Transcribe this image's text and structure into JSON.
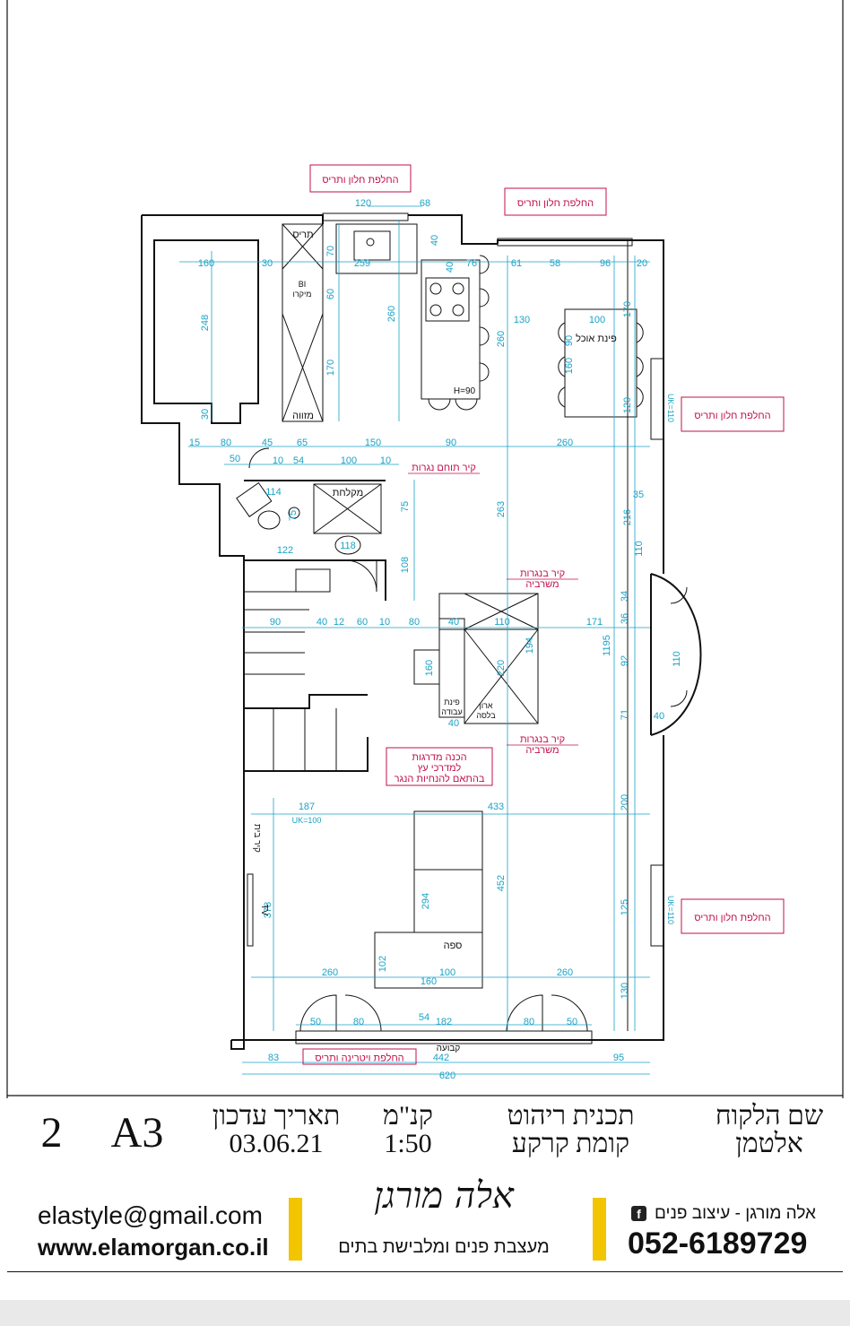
{
  "plan": {
    "rooms": {
      "dining": "פינת אוכל",
      "work_corner": "פינת\nעבודה",
      "sofa": "ספה",
      "shower": "מקלחת",
      "pantry": "מזווה",
      "fridge": "תריס",
      "bi_micro": "BI\nמיקרו",
      "tv_wall": "קיר בית",
      "tv": "TV",
      "niche": "קבועה",
      "counter_h": "H=90",
      "cabinet": "ארון\nבלסה"
    },
    "notes": [
      {
        "id": "note-window-top-left",
        "text": "החלפת חלון ותריס"
      },
      {
        "id": "note-window-top-right",
        "text": "החלפת חלון ותריס"
      },
      {
        "id": "note-window-right-1",
        "text": "החלפת חלון ותריס"
      },
      {
        "id": "note-window-right-2",
        "text": "החלפת חלון ותריס"
      },
      {
        "id": "note-vitrine",
        "text": "החלפת ויטרינה ותריס"
      },
      {
        "id": "note-stairs",
        "text": "הכנה מדרגות\nלמדרכי עץ\nבהתאם להנחיות הנגר"
      }
    ],
    "labels": [
      {
        "id": "label-plaster-wall",
        "text": "קיר תוחם נגרות"
      },
      {
        "id": "label-wall-1",
        "text": "קיר בנגרות\nמשרביה"
      },
      {
        "id": "label-wall-2",
        "text": "קיר בנגרות\nמשרביה"
      }
    ],
    "uk_labels": [
      "UK=110",
      "UK=110",
      "UK=100"
    ],
    "dims": [
      "120",
      "68",
      "40",
      "40",
      "76",
      "61",
      "58",
      "96",
      "20",
      "160",
      "30",
      "248",
      "30",
      "259",
      "70",
      "60",
      "170",
      "260",
      "260",
      "130",
      "100",
      "90",
      "160",
      "170",
      "120",
      "15",
      "80",
      "45",
      "65",
      "150",
      "90",
      "260",
      "50",
      "10",
      "54",
      "100",
      "10",
      "114",
      "75",
      "75",
      "118",
      "108",
      "263",
      "35",
      "216",
      "110",
      "122",
      "90",
      "40",
      "12",
      "60",
      "10",
      "80",
      "40",
      "110",
      "171",
      "36",
      "34",
      "1195",
      "40",
      "160",
      "220",
      "194",
      "92",
      "110",
      "71",
      "40",
      "187",
      "433",
      "200",
      "378",
      "294",
      "452",
      "125",
      "260",
      "102",
      "160",
      "100",
      "260",
      "130",
      "50",
      "80",
      "54",
      "182",
      "80",
      "50",
      "83",
      "442",
      "95",
      "620"
    ]
  },
  "title_block": {
    "client_label": "שם הלקוח",
    "client_name": "אלטמן",
    "drawing_title": "תכנית ריהוט",
    "floor": "קומת קרקע",
    "scale_label": "קנ\"מ",
    "scale_value": "1:50",
    "date_label": "תאריך עדכון",
    "date_value": "03.06.21",
    "paper_size": "A3",
    "sheet_number": "2"
  },
  "footer": {
    "email": "elastyle@gmail.com",
    "website": "www.elamorgan.co.il",
    "signature": "אלה מורגן",
    "tagline": "מעצבת פנים ומלבישת בתים",
    "social_label": "אלה מורגן - עיצוב פנים",
    "phone": "052-6189729",
    "accent_color": "#f2c500",
    "facebook_icon": "facebook-icon"
  },
  "colors": {
    "wall": "#111111",
    "dimension": "#1aa3c6",
    "note": "#c0104a"
  }
}
